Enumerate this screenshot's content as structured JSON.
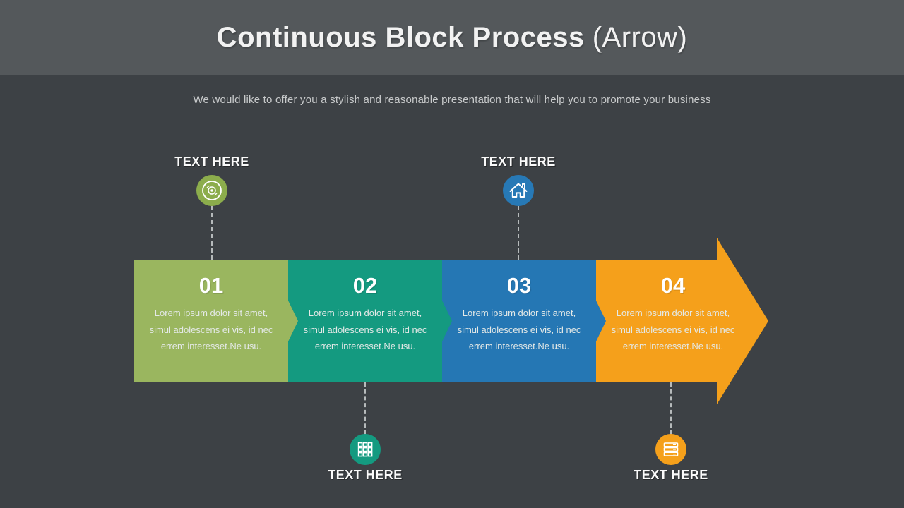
{
  "slide": {
    "title_bold": "Continuous Block Process",
    "title_suffix": "(Arrow)",
    "subtitle": "We would like to offer you a stylish and reasonable presentation that will help you to promote your business"
  },
  "blocks": [
    {
      "number": "01",
      "body": "Lorem ipsum dolor sit amet, simul adolescens ei vis, id nec errem interesset.Ne usu.",
      "color": "#9ab65f"
    },
    {
      "number": "02",
      "body": "Lorem ipsum dolor sit amet, simul adolescens ei vis, id nec errem interesset.Ne usu.",
      "color": "#149a80"
    },
    {
      "number": "03",
      "body": "Lorem ipsum dolor sit amet, simul adolescens ei vis, id nec errem interesset.Ne usu.",
      "color": "#2577b4"
    },
    {
      "number": "04",
      "body": "Lorem ipsum dolor sit amet, simul adolescens ei vis, id nec errem interesset.Ne usu.",
      "color": "#f5a01b"
    }
  ],
  "markers": [
    {
      "label": "TEXT HERE",
      "icon": "cd-icon",
      "color": "#8cad4c",
      "position": "top-of-block-01"
    },
    {
      "label": "TEXT HERE",
      "icon": "home-icon",
      "color": "#2779b6",
      "position": "top-of-block-03"
    },
    {
      "label": "TEXT HERE",
      "icon": "grid-icon",
      "color": "#149a80",
      "position": "bottom-of-block-02"
    },
    {
      "label": "TEXT HERE",
      "icon": "server-icon",
      "color": "#f5a01b",
      "position": "bottom-of-block-04"
    }
  ],
  "colors": {
    "header_bg": "#54585b",
    "slide_bg": "#3d4145",
    "title": "#f2f2f2",
    "subtitle": "#c8cacb",
    "connector_dash": "#b6babb",
    "arrow": "#f5a01b"
  }
}
